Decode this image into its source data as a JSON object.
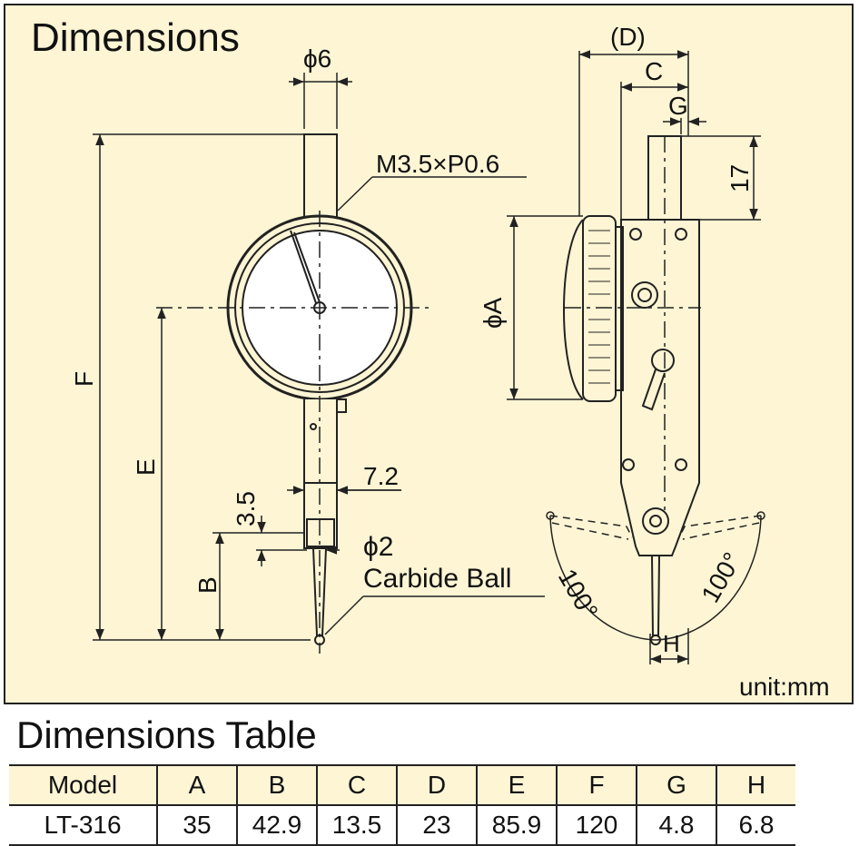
{
  "drawing": {
    "title": "Dimensions",
    "unit_note": "unit:mm",
    "labels": {
      "phi6": "ϕ6",
      "thread": "M3.5×P0.6",
      "F": "F",
      "E": "E",
      "B": "B",
      "three_five": "3.5",
      "seven_two": "7.2",
      "phi2": "ϕ2",
      "carbide": "Carbide Ball",
      "D": "(D)",
      "C": "C",
      "G": "G",
      "seventeen": "17",
      "phiA": "ϕA",
      "angle_left": "100°",
      "angle_right": "100°",
      "H": "H"
    },
    "colors": {
      "panel": "#fdf5d4",
      "line": "#222222"
    }
  },
  "table": {
    "title": "Dimensions Table",
    "headers": [
      "Model",
      "A",
      "B",
      "C",
      "D",
      "E",
      "F",
      "G",
      "H"
    ],
    "rows": [
      [
        "LT-316",
        "35",
        "42.9",
        "13.5",
        "23",
        "85.9",
        "120",
        "4.8",
        "6.8"
      ]
    ]
  }
}
